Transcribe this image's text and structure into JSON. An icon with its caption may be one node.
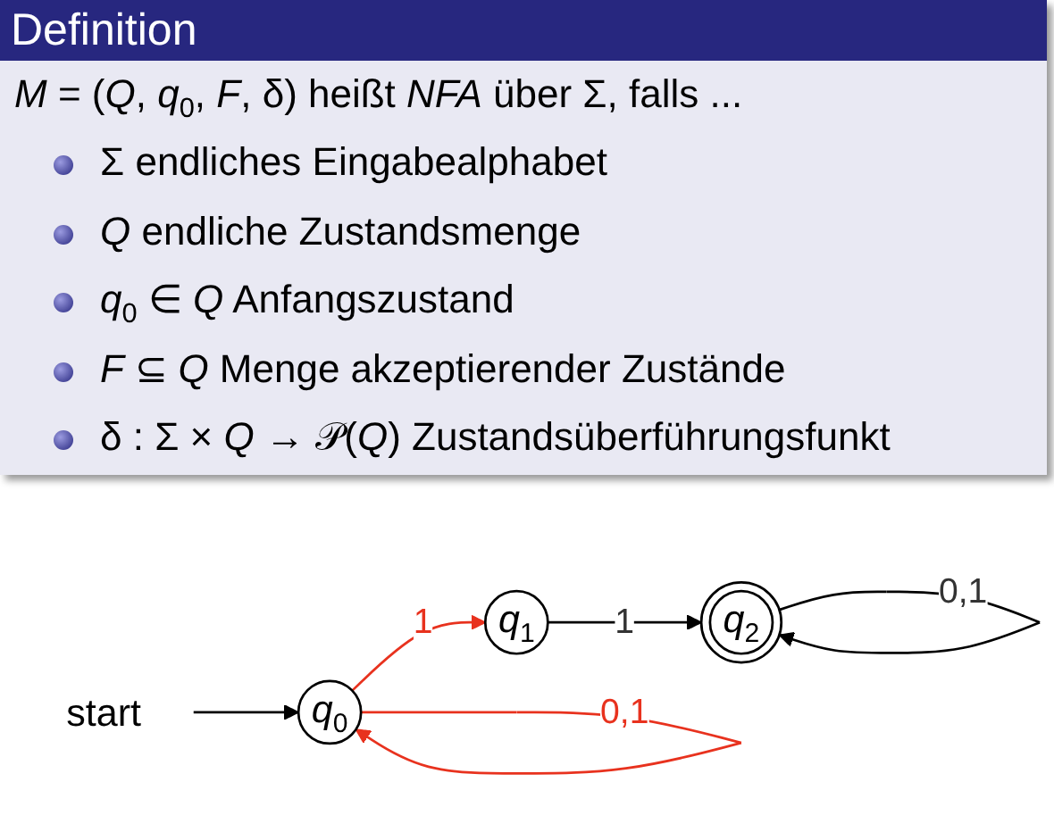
{
  "diagram": {
    "title": "Definition",
    "nodes": [
      {
        "text": [
          "start"
        ]
      },
      {
        "text": [
          "*q*$_{0}$"
        ]
      },
      {
        "text": [
          "*q*$_{1}$"
        ]
      },
      {
        "text": [
          "*q*$_{2}$"
        ]
      }
    ],
    "edges": [
      {
        "from": 0,
        "to": 1,
        "arrow": "to"
      },
      {
        "from": 1,
        "to": 1,
        "arrow": "to",
        "label": "0,1",
        "color": "#e8321e"
      },
      {
        "from": 1,
        "to": 2,
        "arrow": "to",
        "label": "1",
        "color": "#e8321e"
      },
      {
        "from": 2,
        "to": 3,
        "arrow": "to",
        "label": "1"
      },
      {
        "from": 3,
        "to": 3,
        "arrow": "to",
        "label": "0,1"
      }
    ],
    "labels": [
      "*M* = (*Q*, *q*$_{0}$, *F*, δ) heißt *NFA* über Σ, falls ...",
      "Σ endliches Eingabealphabet",
      "*Q* endliche Zustandsmenge",
      "*q*$_{0}$ ∈ *Q* Anfangszustand",
      "*F* ⊆ *Q* Menge akzeptierender Zustände",
      "δ : Σ × *Q* → 𝒫(*Q*) Zustandsüberführungsfunkt"
    ]
  }
}
